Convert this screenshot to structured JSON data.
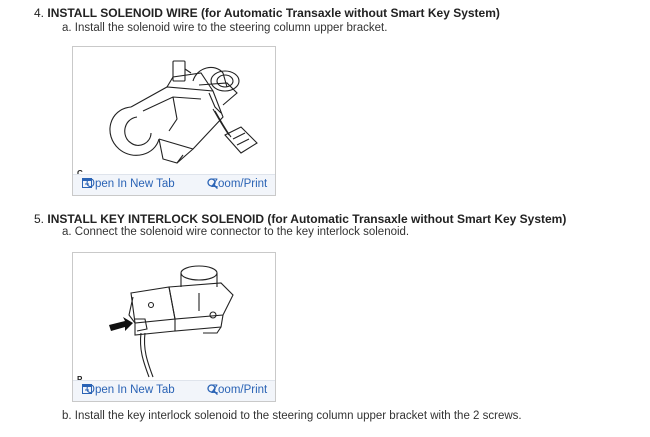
{
  "steps": [
    {
      "num": "4.",
      "title": "INSTALL SOLENOID WIRE",
      "qualifier": "(for Automatic Transaxle without Smart Key System)",
      "substeps": [
        {
          "letter": "a.",
          "text": "Install the solenoid wire to the steering column upper bracket."
        }
      ],
      "figure": {
        "id": "C",
        "open_label": "Open In New Tab",
        "zoom_label": "Zoom/Print"
      }
    },
    {
      "num": "5.",
      "title": "INSTALL KEY INTERLOCK SOLENOID",
      "qualifier": "(for Automatic Transaxle without Smart Key System)",
      "substeps": [
        {
          "letter": "a.",
          "text": "Connect the solenoid wire connector to the key interlock solenoid."
        },
        {
          "letter": "b.",
          "text": "Install the key interlock solenoid to the steering column upper bracket with the 2 screws."
        }
      ],
      "figure": {
        "id": "P",
        "open_label": "Open In New Tab",
        "zoom_label": "Zoom/Print"
      }
    }
  ],
  "colors": {
    "link": "#2a63b5",
    "text": "#333333",
    "border": "#c9c9c9"
  },
  "icons": {
    "open": "open-new-tab-icon",
    "zoom": "zoom-magnifier-icon"
  }
}
